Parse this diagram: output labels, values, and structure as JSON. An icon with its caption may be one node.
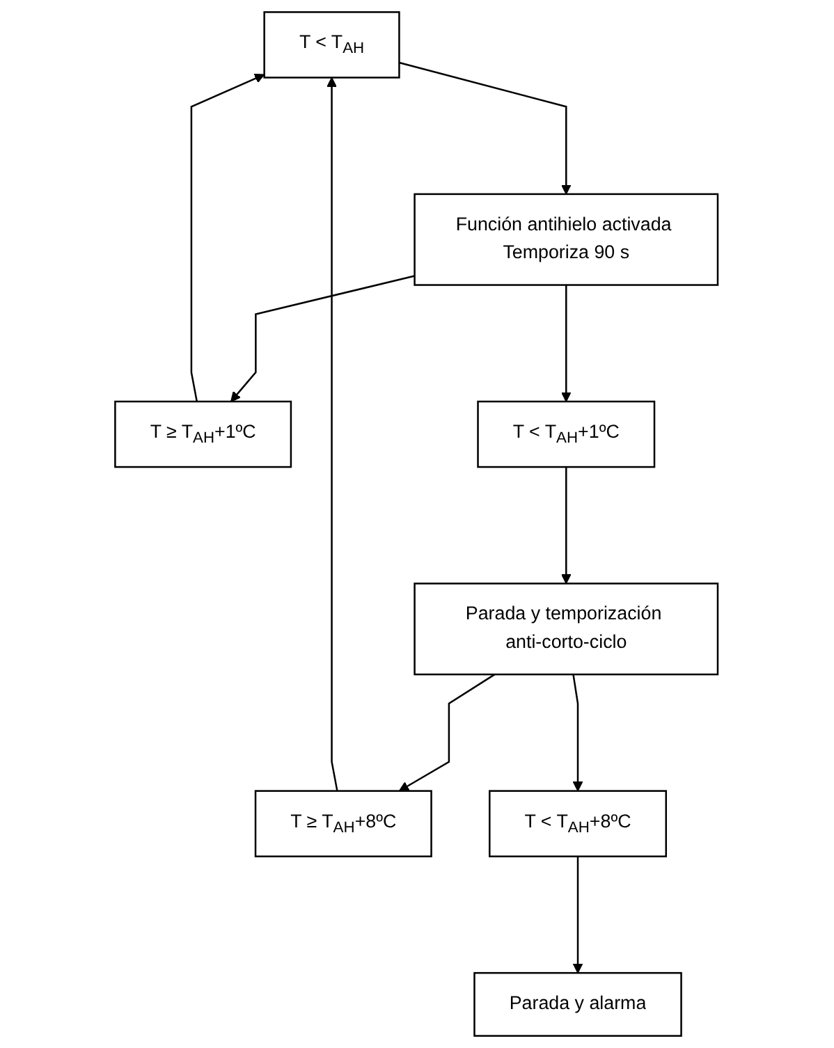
{
  "diagram": {
    "nodes": [
      {
        "text": [
          "T < T$_{AH}$"
        ]
      },
      {
        "text": [
          "Función antihielo activada Temporiza 90 s"
        ]
      },
      {
        "text": [
          "T ≥ T$_{AH}$+1ºC"
        ]
      },
      {
        "text": [
          "T < T$_{AH}$+1ºC"
        ]
      },
      {
        "text": [
          "Parada y temporización anti-corto-ciclo"
        ]
      },
      {
        "text": [
          "T ≥ T$_{AH}$+8ºC"
        ]
      },
      {
        "text": [
          "T < T$_{AH}$+8ºC"
        ]
      },
      {
        "text": [
          "Parada y alarma"
        ]
      }
    ],
    "edges": [
      {
        "from": 0,
        "to": 1,
        "arrow": "to"
      },
      {
        "from": 1,
        "to": 2,
        "arrow": "to"
      },
      {
        "from": 1,
        "to": 3,
        "arrow": "to"
      },
      {
        "from": 2,
        "to": 0,
        "arrow": "to"
      },
      {
        "from": 3,
        "to": 4,
        "arrow": "to"
      },
      {
        "from": 4,
        "to": 5,
        "arrow": "to"
      },
      {
        "from": 4,
        "to": 6,
        "arrow": "to"
      },
      {
        "from": 5,
        "to": 0,
        "arrow": "to"
      },
      {
        "from": 6,
        "to": 7,
        "arrow": "to"
      }
    ]
  }
}
